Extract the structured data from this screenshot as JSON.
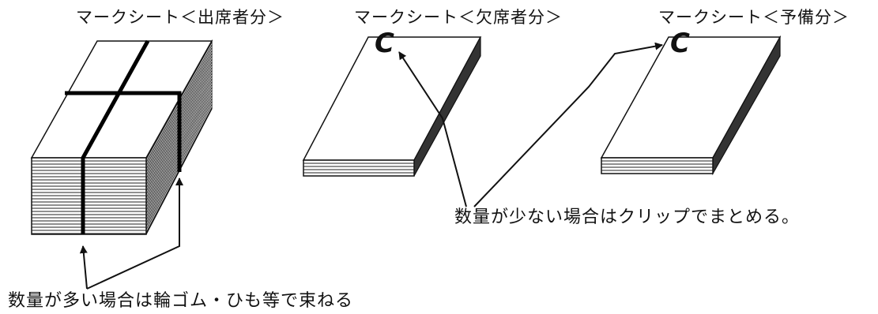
{
  "labels": {
    "attendees": "マークシート＜出席者分＞",
    "absentees": "マークシート＜欠席者分＞",
    "spare": "マークシート＜予備分＞"
  },
  "clip_mark": "C",
  "notes": {
    "few_sheets": "数量が少ない場合はクリップでまとめる。",
    "many_sheets": "数量が多い場合は輪ゴム・ひも等で束ねる"
  },
  "colors": {
    "line": "#111111",
    "background": "#ffffff"
  }
}
